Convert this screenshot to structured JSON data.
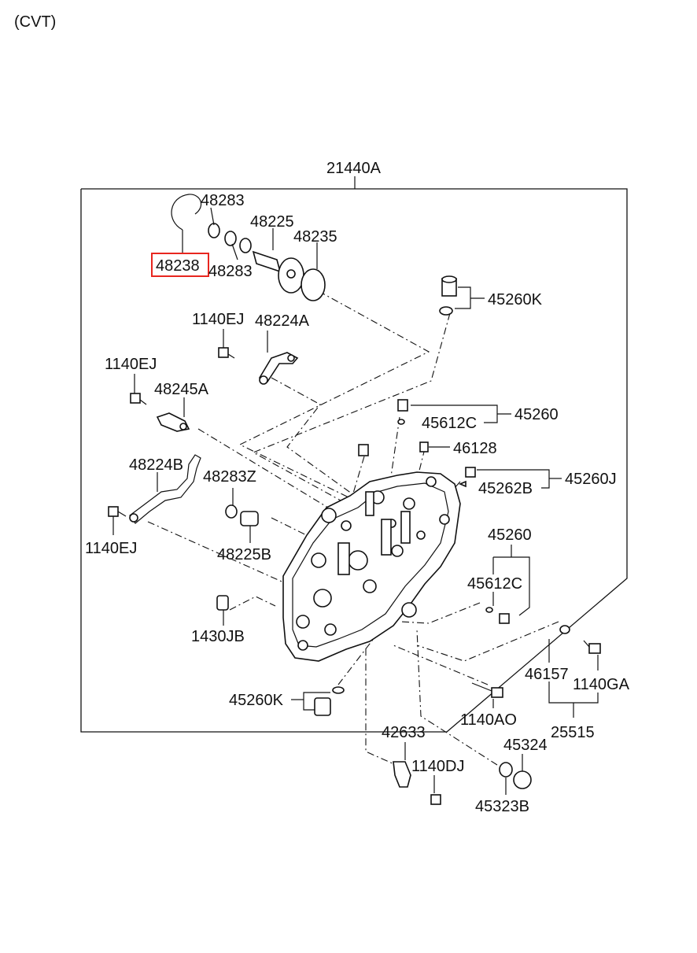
{
  "header": {
    "variant": "(CVT)"
  },
  "parts": {
    "assembly": "21440A",
    "p48283_top": "48283",
    "p48283_low": "48283",
    "p48225": "48225",
    "p48235": "48235",
    "p48238": "48238",
    "p45260K_top": "45260K",
    "p1140EJ_a": "1140EJ",
    "p48224A": "48224A",
    "p1140EJ_b": "1140EJ",
    "p48245A": "48245A",
    "p45260_a": "45260",
    "p45612C_a": "45612C",
    "p46128": "46128",
    "p48224B": "48224B",
    "p48283Z": "48283Z",
    "p45260J": "45260J",
    "p45262B": "45262B",
    "p1140EJ_c": "1140EJ",
    "p48225B": "48225B",
    "p45260_b": "45260",
    "p45612C_b": "45612C",
    "p1430JB": "1430JB",
    "p46157": "46157",
    "p1140GA": "1140GA",
    "p45260K_bot": "45260K",
    "p1140AO": "1140AO",
    "p25515": "25515",
    "p42633": "42633",
    "p45324": "45324",
    "p1140DJ": "1140DJ",
    "p45323B": "45323B"
  },
  "highlighted_part": "48238",
  "colors": {
    "highlight": "#e8261f",
    "ink": "#111111"
  }
}
